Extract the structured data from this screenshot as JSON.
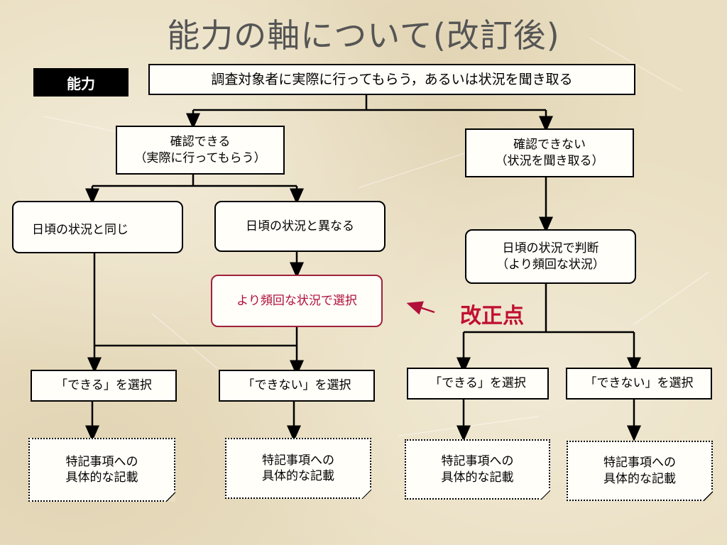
{
  "title": "能力の軸について(改訂後)",
  "label": "能力",
  "top_box": "調査対象者に実際に行ってもらう，あるいは状況を聞き取る",
  "can_confirm": [
    "確認できる",
    "（実際に行ってもらう）"
  ],
  "cannot_confirm": [
    "確認できない",
    "（状況を聞き取る）"
  ],
  "same_as_usual": "日頃の状況と同じ",
  "different_from_usual": "日頃の状況と異なる",
  "more_frequent": "より頻回な状況で選択",
  "judge_usual": [
    "日頃の状況で判断",
    "（より頻回な状況）"
  ],
  "revision_point": "改正点",
  "select_can": "「できる」を選択",
  "select_cannot": "「できない」を選択",
  "special_note": [
    "特記事項への",
    "具体的な記載"
  ],
  "colors": {
    "accent_red": "#b0103a",
    "title_gray": "#555555"
  }
}
